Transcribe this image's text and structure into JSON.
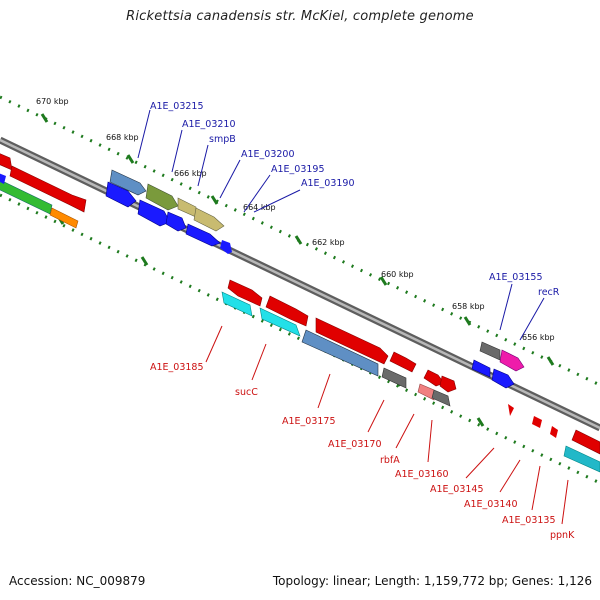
{
  "title": "Rickettsia canadensis str. McKiel, complete genome",
  "accession": "Accession: NC_009879",
  "summary": "Topology: linear; Length: 1,159,772 bp; Genes: 1,126",
  "ticks": [
    "670 kbp",
    "668 kbp",
    "666 kbp",
    "664 kbp",
    "662 kbp",
    "660 kbp",
    "658 kbp",
    "656 kbp"
  ],
  "top_labels": [
    "A1E_03215",
    "A1E_03210",
    "smpB",
    "A1E_03200",
    "A1E_03195",
    "A1E_03190",
    "A1E_03155",
    "recR"
  ],
  "bottom_labels": [
    "A1E_03185",
    "sucC",
    "A1E_03175",
    "A1E_03170",
    "rbfA",
    "A1E_03160",
    "A1E_03145",
    "A1E_03140",
    "A1E_03135",
    "ppnK"
  ],
  "colors": {
    "forward_label": "#1a1aa6",
    "reverse_label": "#cc1111",
    "backbone": "#8a8a8a",
    "tick": "#1e7a1e"
  }
}
